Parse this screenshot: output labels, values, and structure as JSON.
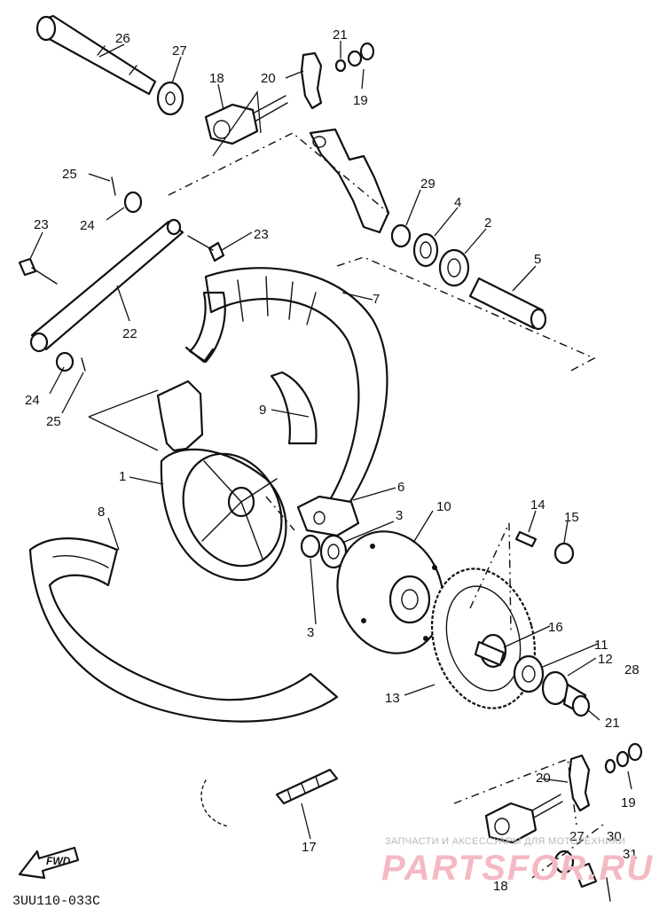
{
  "diagram": {
    "code": "3UU110-033C",
    "fwd_label": "FWD",
    "watermark": {
      "small": "ЗАПЧАСТИ И АКСЕССУАРЫ ДЛЯ МОТОТЕХНИКИ",
      "big": "PARTSFOR.RU"
    }
  },
  "callouts": {
    "c26": "26",
    "c27": "27",
    "c21a": "21",
    "c18a": "18",
    "c20a": "20",
    "c19a": "19",
    "c25a": "25",
    "c24a": "24",
    "c29": "29",
    "c4": "4",
    "c2": "2",
    "c23a": "23",
    "c23b": "23",
    "c5": "5",
    "c7": "7",
    "c22": "22",
    "c24b": "24",
    "c25b": "25",
    "c9": "9",
    "c1": "1",
    "c6": "6",
    "c10": "10",
    "c3a": "3",
    "c14": "14",
    "c15": "15",
    "c8": "8",
    "c3b": "3",
    "c16": "16",
    "c11": "11",
    "c12": "12",
    "c28": "28",
    "c13": "13",
    "c21b": "21",
    "c20b": "20",
    "c19b": "19",
    "c17": "17",
    "c27b": "27",
    "c30": "30",
    "c31": "31",
    "c18b": "18"
  }
}
